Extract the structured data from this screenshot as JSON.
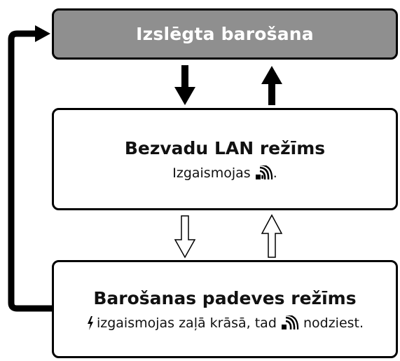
{
  "states": {
    "off": {
      "title": "Izslēgta barošana"
    },
    "wlan": {
      "title": "Bezvadu LAN režīms",
      "desc_before": "Izgaismojas ",
      "desc_after": "."
    },
    "power": {
      "title": "Barošanas padeves režīms",
      "desc_mid": "izgaismojas zaļā krāsā, tad ",
      "desc_after": " nodziest."
    }
  },
  "icons": {
    "wifi": "wifi-signal-icon",
    "power": "lightning-icon"
  },
  "colors": {
    "off_box": "#8f8f8f",
    "border": "#000000",
    "off_text": "#ffffff"
  }
}
